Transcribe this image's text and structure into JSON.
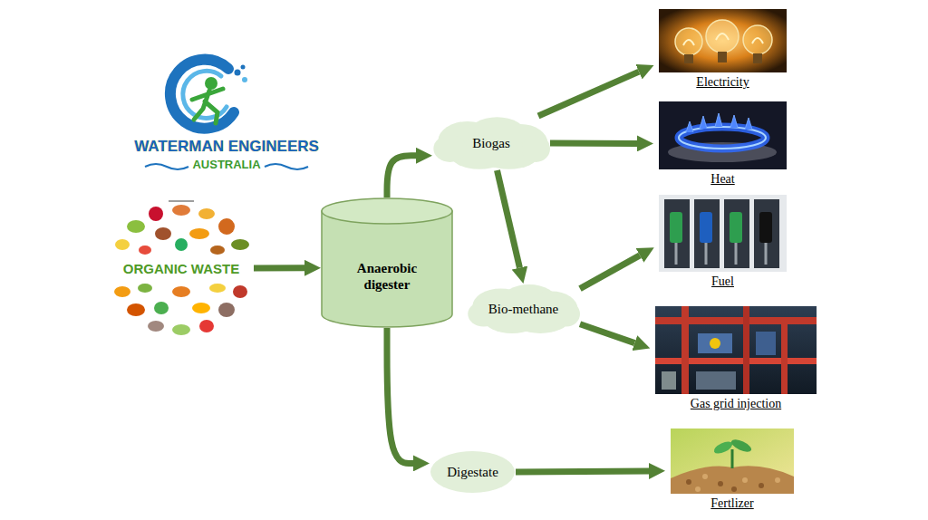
{
  "diagram": {
    "nodes": [
      {
        "text": [
          "ORGANIC WASTE"
        ]
      },
      {
        "text": [
          "Anaerobic digester"
        ]
      },
      {
        "text": [
          "Biogas"
        ]
      },
      {
        "text": [
          "Bio-methane"
        ]
      },
      {
        "text": [
          "Digestate"
        ]
      },
      {
        "text": [
          "Electricity"
        ]
      },
      {
        "text": [
          "Heat"
        ]
      },
      {
        "text": [
          "Fuel"
        ]
      },
      {
        "text": [
          "Gas grid injection"
        ]
      },
      {
        "text": [
          "Fertlizer"
        ]
      }
    ],
    "edges": [
      {
        "from": 0,
        "to": 1,
        "arrow": "to"
      },
      {
        "from": 1,
        "to": 2,
        "arrow": "to"
      },
      {
        "from": 1,
        "to": 4,
        "arrow": "to"
      },
      {
        "from": 2,
        "to": 5,
        "arrow": "to"
      },
      {
        "from": 2,
        "to": 6,
        "arrow": "to"
      },
      {
        "from": 2,
        "to": 3,
        "arrow": "to"
      },
      {
        "from": 3,
        "to": 7,
        "arrow": "to"
      },
      {
        "from": 3,
        "to": 8,
        "arrow": "to"
      },
      {
        "from": 4,
        "to": 9,
        "arrow": "to"
      }
    ],
    "labels": [
      "WATERMAN ENGINEERS",
      "AUSTRALIA"
    ]
  }
}
